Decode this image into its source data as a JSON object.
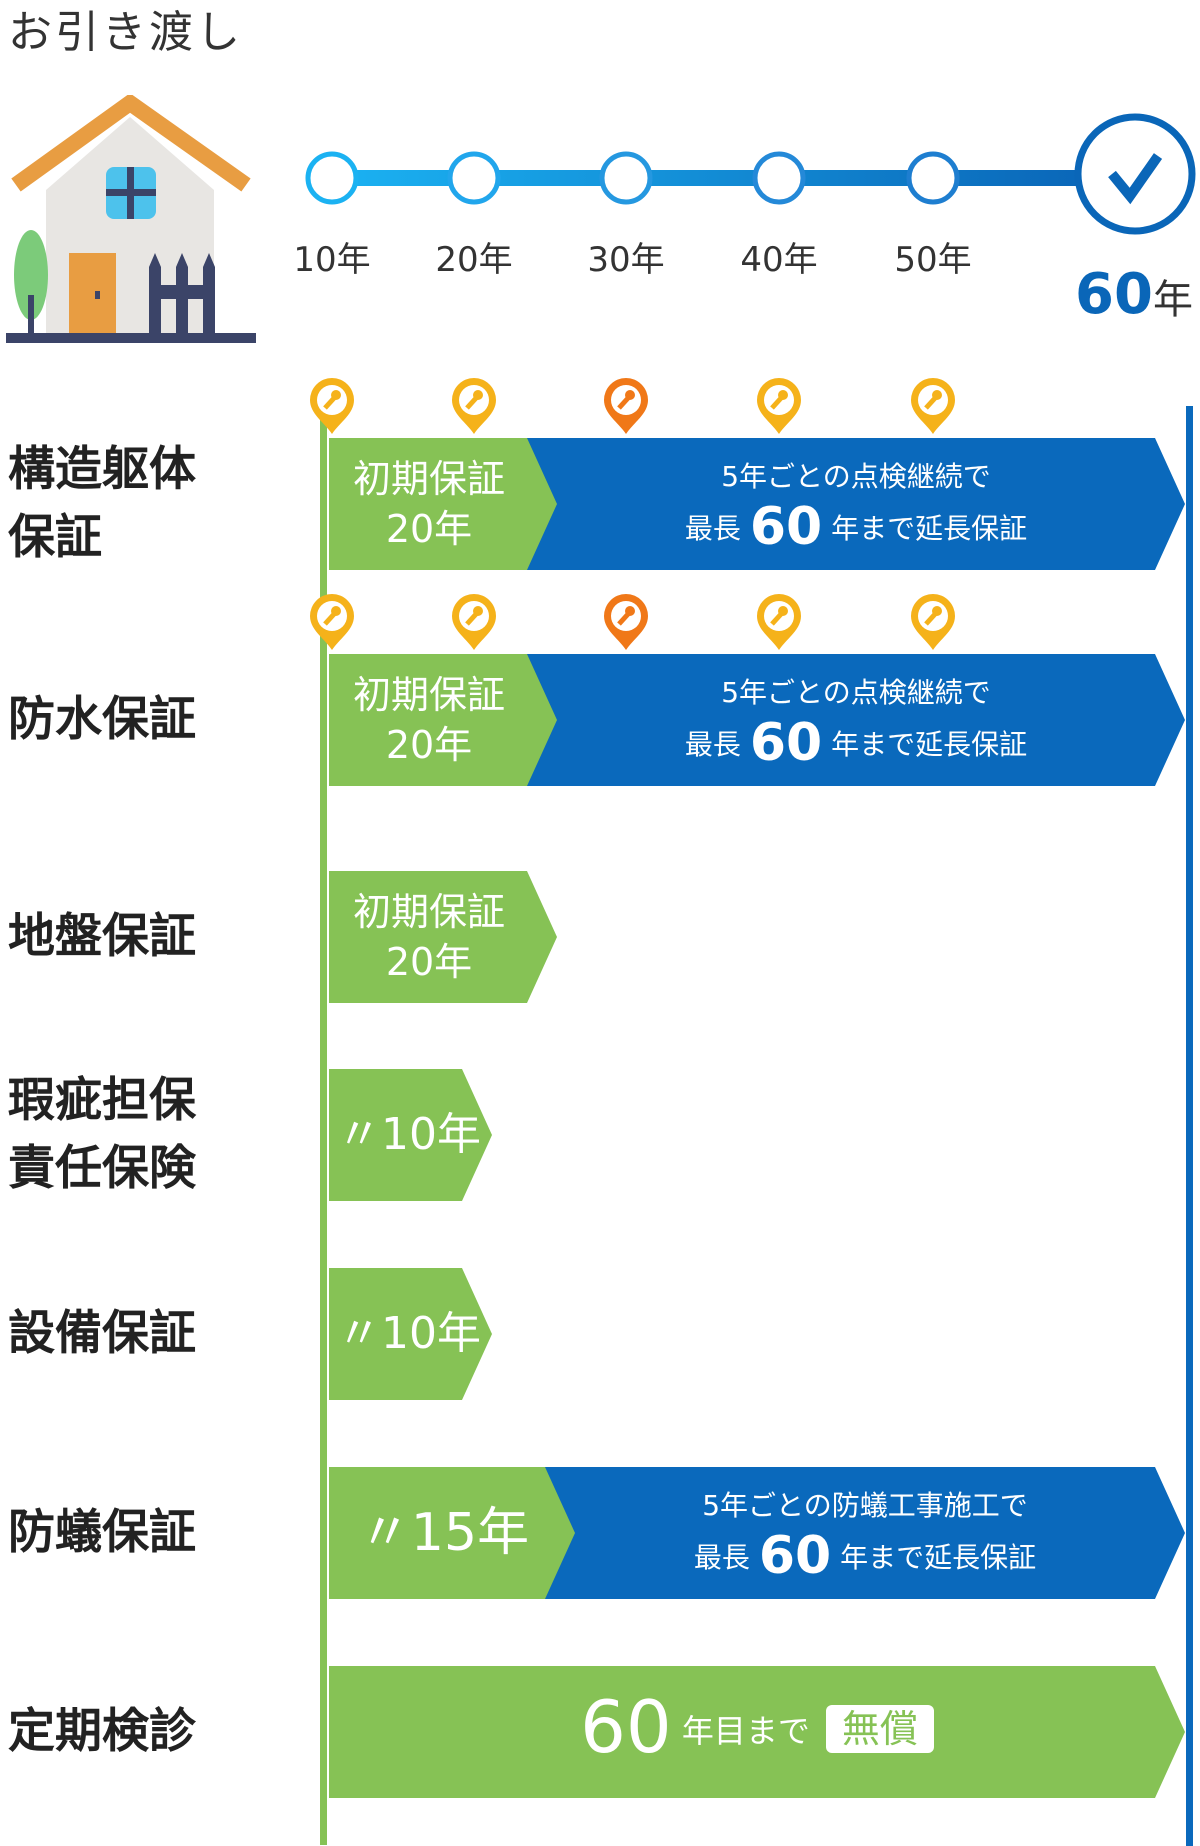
{
  "title": "お引き渡し",
  "timeline": {
    "labels": [
      "10年",
      "20年",
      "30年",
      "40年",
      "50年"
    ],
    "final_num": "60",
    "final_unit": "年"
  },
  "rows": [
    {
      "label": "構造躯体保証",
      "green": "初期保証",
      "green2": "20年",
      "blue1": "5年ごとの点検継続で",
      "blue_pre": "最長",
      "blue_num": "60",
      "blue_post": "年まで延長保証"
    },
    {
      "label": "防水保証",
      "green": "初期保証",
      "green2": "20年",
      "blue1": "5年ごとの点検継続で",
      "blue_pre": "最長",
      "blue_num": "60",
      "blue_post": "年まで延長保証"
    },
    {
      "label": "地盤保証",
      "green": "初期保証",
      "green2": "20年"
    },
    {
      "label": "瑕疵担保責任保険",
      "green": "〃10年"
    },
    {
      "label": "設備保証",
      "green": "〃10年"
    },
    {
      "label": "防蟻保証",
      "green": "〃15年",
      "blue1": "5年ごとの防蟻工事施工で",
      "blue_pre": "最長",
      "blue_num": "60",
      "blue_post": "年まで延長保証"
    },
    {
      "label": "定期検診",
      "num": "60",
      "text": "年目まで",
      "badge": "無償"
    }
  ],
  "colors": {
    "green": "#86c255",
    "blue": "#0a69bc",
    "pin": "#f5b21a",
    "pin_accent": "#f07818"
  }
}
